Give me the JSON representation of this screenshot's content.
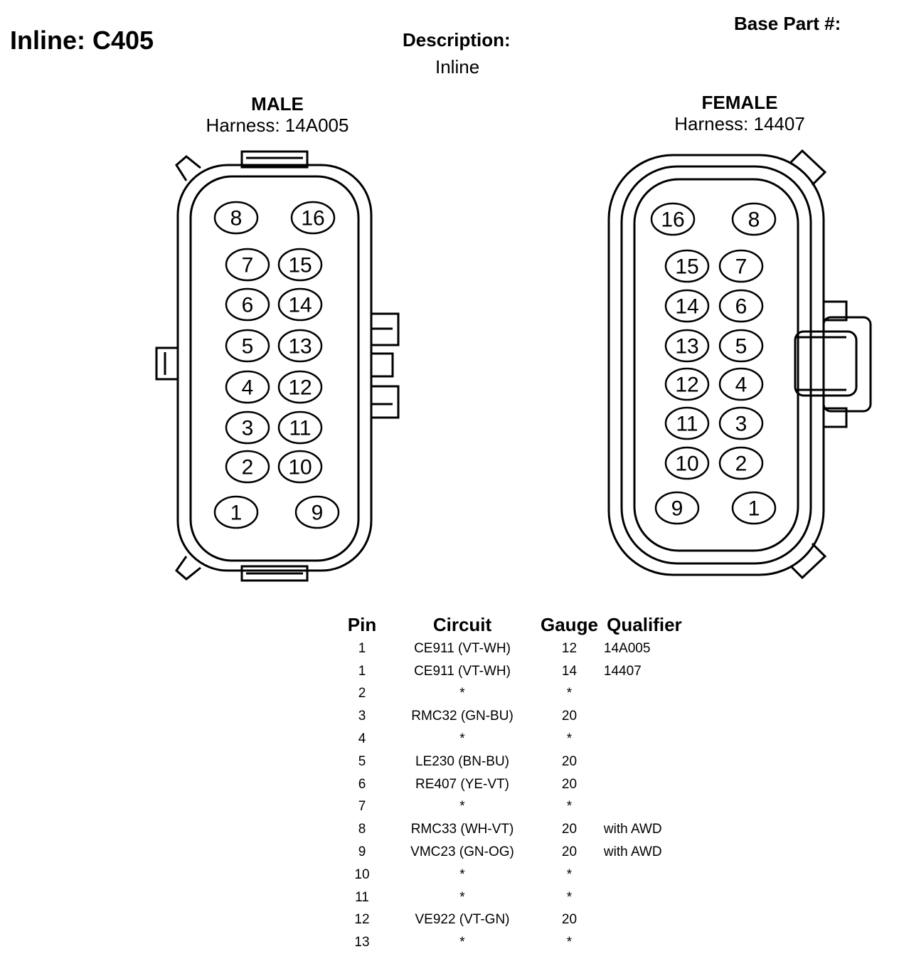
{
  "header": {
    "title": "Inline: C405",
    "base_part_label": "Base Part #:",
    "description_label": "Description:",
    "description_value": "Inline"
  },
  "male": {
    "title": "MALE",
    "harness": "Harness: 14A005",
    "pins": [
      "8",
      "16",
      "7",
      "15",
      "6",
      "14",
      "5",
      "13",
      "4",
      "12",
      "3",
      "11",
      "2",
      "10",
      "1",
      "9"
    ]
  },
  "female": {
    "title": "FEMALE",
    "harness": "Harness: 14407",
    "pins": [
      "16",
      "8",
      "15",
      "7",
      "14",
      "6",
      "13",
      "5",
      "12",
      "4",
      "11",
      "3",
      "10",
      "2",
      "9",
      "1"
    ]
  },
  "table": {
    "headers": {
      "pin": "Pin",
      "circuit": "Circuit",
      "gauge": "Gauge",
      "qualifier": "Qualifier"
    },
    "rows": [
      {
        "pin": "1",
        "circuit": "CE911 (VT-WH)",
        "gauge": "12",
        "qualifier": "14A005"
      },
      {
        "pin": "1",
        "circuit": "CE911 (VT-WH)",
        "gauge": "14",
        "qualifier": "14407"
      },
      {
        "pin": "2",
        "circuit": "*",
        "gauge": "*",
        "qualifier": ""
      },
      {
        "pin": "3",
        "circuit": "RMC32 (GN-BU)",
        "gauge": "20",
        "qualifier": ""
      },
      {
        "pin": "4",
        "circuit": "*",
        "gauge": "*",
        "qualifier": ""
      },
      {
        "pin": "5",
        "circuit": "LE230 (BN-BU)",
        "gauge": "20",
        "qualifier": ""
      },
      {
        "pin": "6",
        "circuit": "RE407 (YE-VT)",
        "gauge": "20",
        "qualifier": ""
      },
      {
        "pin": "7",
        "circuit": "*",
        "gauge": "*",
        "qualifier": ""
      },
      {
        "pin": "8",
        "circuit": "RMC33 (WH-VT)",
        "gauge": "20",
        "qualifier": "with AWD"
      },
      {
        "pin": "9",
        "circuit": "VMC23 (GN-OG)",
        "gauge": "20",
        "qualifier": "with AWD"
      },
      {
        "pin": "10",
        "circuit": "*",
        "gauge": "*",
        "qualifier": ""
      },
      {
        "pin": "11",
        "circuit": "*",
        "gauge": "*",
        "qualifier": ""
      },
      {
        "pin": "12",
        "circuit": "VE922 (VT-GN)",
        "gauge": "20",
        "qualifier": ""
      },
      {
        "pin": "13",
        "circuit": "*",
        "gauge": "*",
        "qualifier": ""
      }
    ]
  }
}
